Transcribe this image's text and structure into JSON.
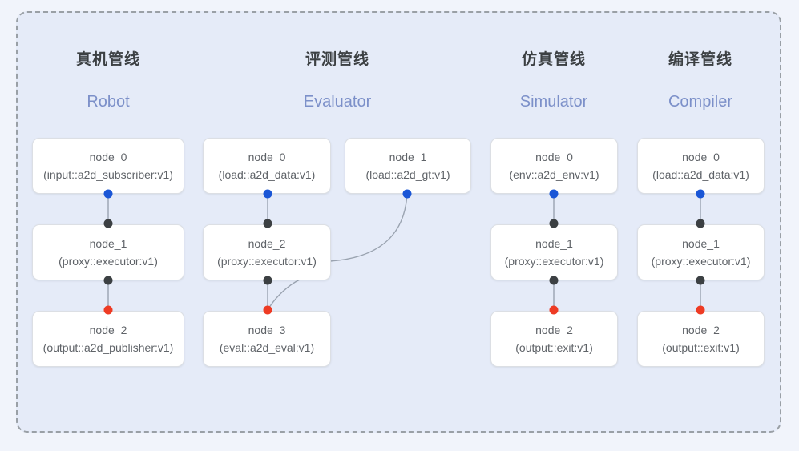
{
  "diagram": {
    "panel_border_color": "#9aa0a6",
    "panel_fill_color": "#e5ebf8",
    "page_background": "#f1f4fb",
    "port_colors": {
      "input": "#1a56d6",
      "intermediate": "#3c4043",
      "output": "#ee3b24"
    },
    "columns": [
      {
        "id": "robot",
        "title_cn": "真机管线",
        "title_en": "Robot",
        "nodes": [
          {
            "name": "node_0",
            "type": "(input::a2d_subscriber:v1)"
          },
          {
            "name": "node_1",
            "type": "(proxy::executor:v1)"
          },
          {
            "name": "node_2",
            "type": "(output::a2d_publisher:v1)"
          }
        ]
      },
      {
        "id": "evaluator",
        "title_cn": "评测管线",
        "title_en": "Evaluator",
        "nodes": [
          {
            "name": "node_0",
            "type": "(load::a2d_data:v1)"
          },
          {
            "name": "node_1",
            "type": "(load::a2d_gt:v1)"
          },
          {
            "name": "node_2",
            "type": "(proxy::executor:v1)"
          },
          {
            "name": "node_3",
            "type": "(eval::a2d_eval:v1)"
          }
        ]
      },
      {
        "id": "simulator",
        "title_cn": "仿真管线",
        "title_en": "Simulator",
        "nodes": [
          {
            "name": "node_0",
            "type": "(env::a2d_env:v1)"
          },
          {
            "name": "node_1",
            "type": "(proxy::executor:v1)"
          },
          {
            "name": "node_2",
            "type": "(output::exit:v1)"
          }
        ]
      },
      {
        "id": "compiler",
        "title_cn": "编译管线",
        "title_en": "Compiler",
        "nodes": [
          {
            "name": "node_0",
            "type": "(load::a2d_data:v1)"
          },
          {
            "name": "node_1",
            "type": "(proxy::executor:v1)"
          },
          {
            "name": "node_2",
            "type": "(output::exit:v1)"
          }
        ]
      }
    ]
  }
}
